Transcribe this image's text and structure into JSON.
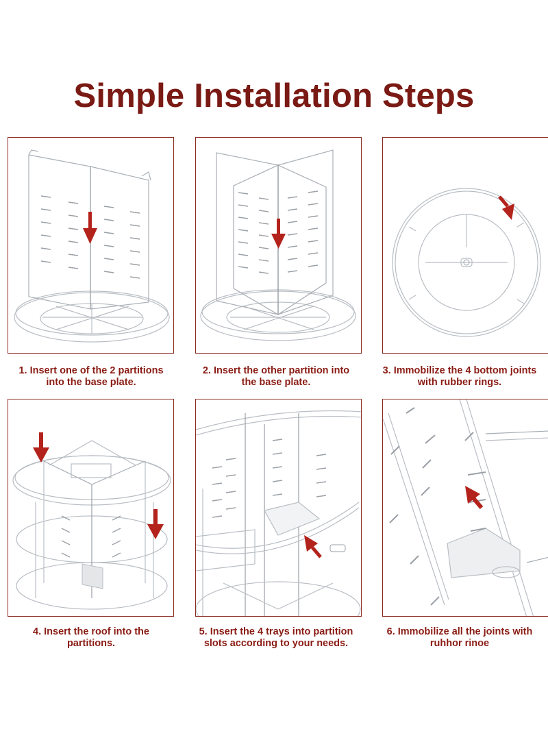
{
  "title": "Simple Installation Steps",
  "colors": {
    "title": "#7a1a14",
    "caption": "#8a1c14",
    "panel_border": "#8a2a22",
    "arrow": "#b3231c",
    "arrow_dark": "#7a1510"
  },
  "steps": [
    {
      "line1": "1. Insert one of the 2 partitions",
      "line2": "into the base plate."
    },
    {
      "line1": "2. Insert the other partition into",
      "line2": "the base plate."
    },
    {
      "line1": "3. Immobilize the 4 bottom joints",
      "line2": "with rubber rings."
    },
    {
      "line1": "4. Insert the roof into the",
      "line2": "partitions."
    },
    {
      "line1": "5. Insert the 4 trays into partition",
      "line2": "slots according to your needs."
    },
    {
      "line1": "6. Immobilize all the joints with",
      "line2": "ruhhor rinoe"
    }
  ]
}
